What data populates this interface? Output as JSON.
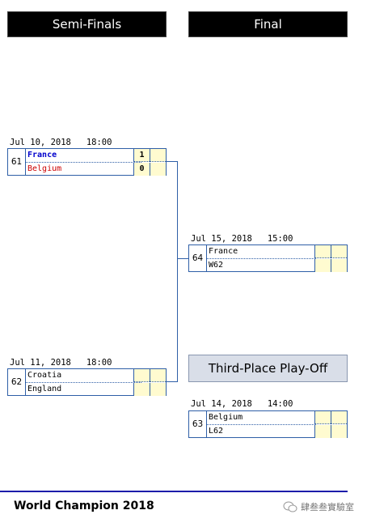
{
  "headers": {
    "semi": "Semi-Finals",
    "final": "Final",
    "third": "Third-Place Play-Off"
  },
  "matches": {
    "m61": {
      "date": "Jul 10, 2018   18:00",
      "number": "61",
      "team1": "France",
      "team2": "Belgium",
      "score1": "1",
      "score2": "0",
      "team1_color": "#0000cc",
      "team2_color": "#cc0000"
    },
    "m62": {
      "date": "Jul 11, 2018   18:00",
      "number": "62",
      "team1": "Croatia",
      "team2": "England",
      "score1": "",
      "score2": ""
    },
    "m64": {
      "date": "Jul 15, 2018   15:00",
      "number": "64",
      "team1": "France",
      "team2": "W62",
      "score1": "",
      "score2": ""
    },
    "m63": {
      "date": "Jul 14, 2018   14:00",
      "number": "63",
      "team1": "Belgium",
      "team2": "L62",
      "score1": "",
      "score2": ""
    }
  },
  "footer": {
    "title": "World Champion 2018",
    "watermark": "肆叁叁實驗室"
  },
  "colors": {
    "header_bg": "#000000",
    "border": "#2f5fa7",
    "score_bg": "#fffbd0",
    "third_bg": "#d9dee8",
    "footer_rule": "#1c1caa"
  }
}
